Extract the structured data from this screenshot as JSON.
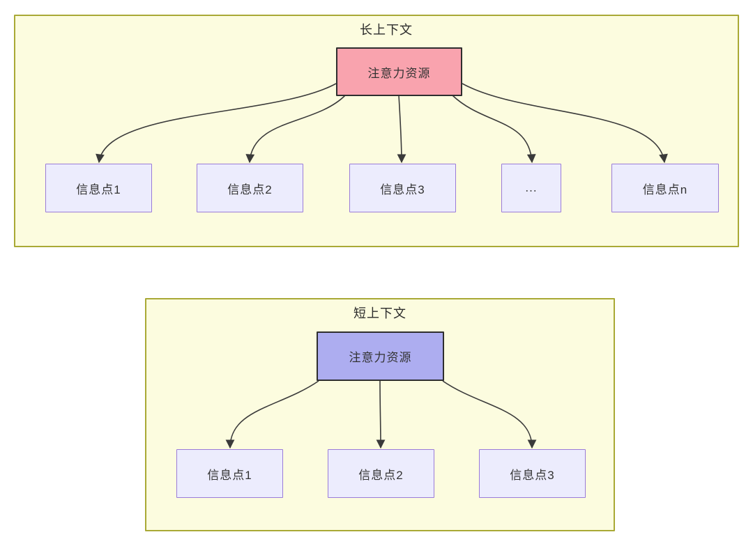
{
  "diagrams": [
    {
      "id": "long-context",
      "title": "长上下文",
      "root": {
        "label": "注意力资源",
        "fill": "#f9a3ae"
      },
      "nodes": [
        {
          "label": "信息点1"
        },
        {
          "label": "信息点2"
        },
        {
          "label": "信息点3"
        },
        {
          "label": "..."
        },
        {
          "label": "信息点n"
        }
      ]
    },
    {
      "id": "short-context",
      "title": "短上下文",
      "root": {
        "label": "注意力资源",
        "fill": "#adadf0"
      },
      "nodes": [
        {
          "label": "信息点1"
        },
        {
          "label": "信息点2"
        },
        {
          "label": "信息点3"
        }
      ]
    }
  ],
  "colors": {
    "group_fill": "#fcfcdf",
    "group_border": "#a9a935",
    "root_border": "#2e2e2e",
    "root_fill_long": "#f9a3ae",
    "root_fill_short": "#adadf0",
    "info_fill": "#ececfd",
    "info_border": "#9a7bd8",
    "arrow": "#3a3a3a",
    "text": "#333333"
  }
}
